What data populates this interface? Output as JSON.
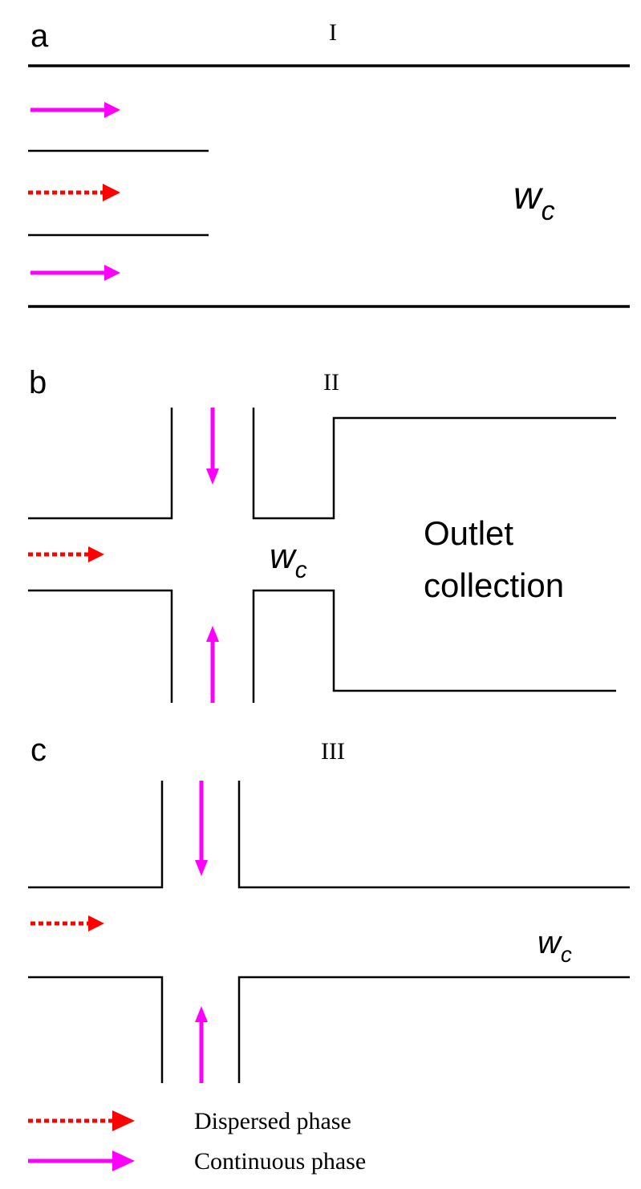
{
  "panels": {
    "a": {
      "letter": "a",
      "roman": "I",
      "wc_main": "w",
      "wc_sub": "c"
    },
    "b": {
      "letter": "b",
      "roman": "II",
      "wc_main": "w",
      "wc_sub": "c",
      "outlet_line1": "Outlet",
      "outlet_line2": "collection"
    },
    "c": {
      "letter": "c",
      "roman": "III",
      "wc_main": "w",
      "wc_sub": "c"
    }
  },
  "legend": {
    "dispersed": "Dispersed phase",
    "continuous": "Continuous phase"
  },
  "colors": {
    "dispersed": "#ff0000",
    "continuous": "#ff00ff",
    "walls": "#000000"
  }
}
